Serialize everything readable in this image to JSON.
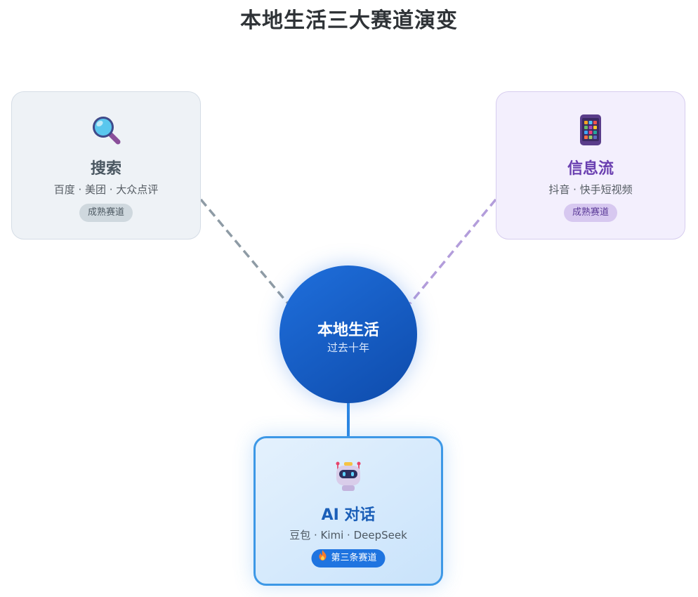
{
  "title": "本地生活三大赛道演变",
  "center": {
    "title": "本地生活",
    "subtitle": "过去十年"
  },
  "nodes": [
    {
      "id": "search",
      "icon": "magnifier-icon",
      "title": "搜索",
      "subtitle": "百度 · 美团 · 大众点评",
      "badge": "成熟赛道",
      "accent": "#8e9ba5"
    },
    {
      "id": "feed",
      "icon": "phone-apps-icon",
      "title": "信息流",
      "subtitle": "抖音 · 快手短视频",
      "badge": "成熟赛道",
      "accent": "#b39ddb"
    },
    {
      "id": "ai",
      "icon": "robot-icon",
      "title": "AI 对话",
      "subtitle": "豆包 · Kimi · DeepSeek",
      "badge": "第三条赛道",
      "badge_icon": "fire-icon",
      "accent": "#2b86e2"
    }
  ]
}
